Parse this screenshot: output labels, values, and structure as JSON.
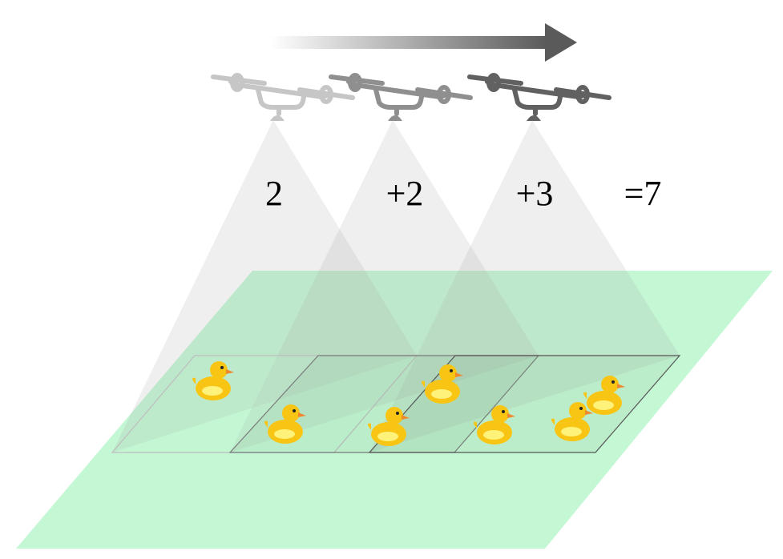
{
  "diagram": {
    "counts": [
      {
        "label": "2",
        "value": 2
      },
      {
        "label": "+2",
        "value": 2
      },
      {
        "label": "+3",
        "value": 3
      }
    ],
    "total": {
      "label": "=7",
      "value": 7
    },
    "icons": {
      "motion": "arrow-right-icon",
      "drone": "drone-icon",
      "object": "duck-icon"
    },
    "colors": {
      "ground": "#c4f7d4",
      "beam": "#9a9a9a",
      "duck_body": "#f9c514",
      "duck_belly": "#fff27a",
      "duck_beak": "#ef8a2c",
      "drone_1": "#c6c6c6",
      "drone_2": "#8f8f8f",
      "drone_3": "#616161"
    },
    "ducks_per_frame": [
      2,
      2,
      3
    ]
  }
}
